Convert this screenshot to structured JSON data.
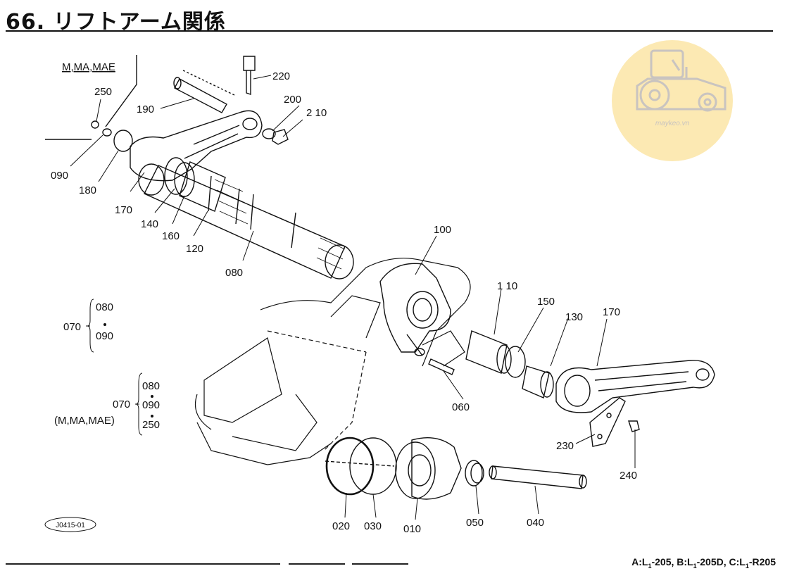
{
  "page": {
    "title": "66. リフトアーム関係",
    "footer": {
      "a": "A:L",
      "a_sub": "1",
      "a_rest": "-205, B:L",
      "b_sub": "1",
      "b_rest": "-205D, C:L",
      "c_sub": "1",
      "c_rest": "-R205"
    },
    "ref_code": "J0415-01"
  },
  "model_label": "M,MA,MAE",
  "groups": [
    {
      "parent": "070",
      "children": [
        "080",
        "090"
      ]
    },
    {
      "parent": "070",
      "parent_note": "(M,MA,MAE)",
      "children": [
        "080",
        "090",
        "250"
      ]
    }
  ],
  "parts": {
    "p010": "010",
    "p020": "020",
    "p030": "030",
    "p040": "040",
    "p050": "050",
    "p060": "060",
    "p080": "080",
    "p090": "090",
    "p100": "100",
    "p110": "1 10",
    "p120": "120",
    "p130": "130",
    "p140": "140",
    "p150": "150",
    "p160": "160",
    "p170a": "170",
    "p170b": "170",
    "p180": "180",
    "p190": "190",
    "p200": "200",
    "p210": "2 10",
    "p220": "220",
    "p230": "230",
    "p240": "240",
    "p250": "250"
  },
  "watermark": {
    "text": "maykeo.vn",
    "color": "#fbe3a0",
    "icon": "tractor-icon"
  }
}
